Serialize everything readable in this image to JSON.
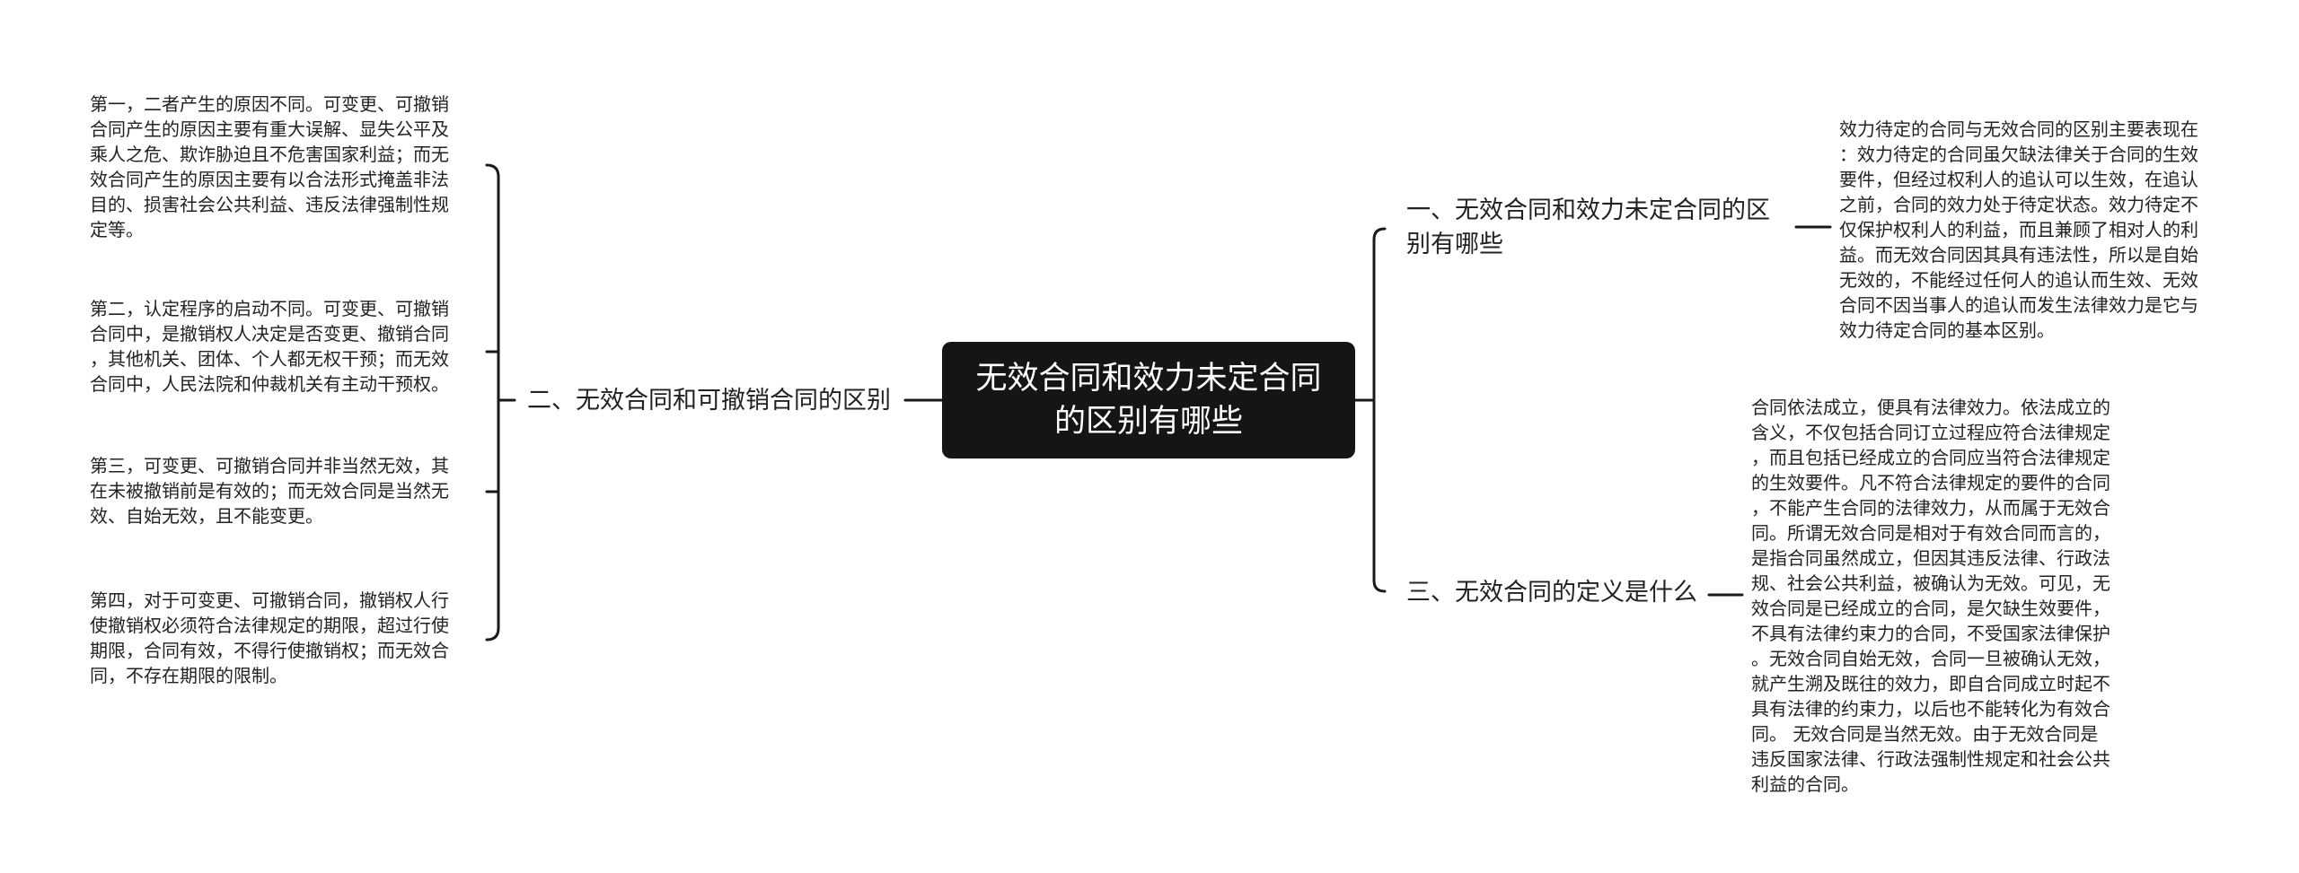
{
  "root": {
    "title": "无效合同和效力未定合同\n的区别有哪些"
  },
  "branches": [
    {
      "label": "一、无效合同和效力未定合同的区\n别有哪些",
      "leaves": [
        "效力待定的合同与无效合同的区别主要表现在\n：效力待定的合同虽欠缺法律关于合同的生效\n要件，但经过权利人的追认可以生效，在追认\n之前，合同的效力处于待定状态。效力待定不\n仅保护权利人的利益，而且兼顾了相对人的利\n益。而无效合同因其具有违法性，所以是自始\n无效的，不能经过任何人的追认而生效、无效\n合同不因当事人的追认而发生法律效力是它与\n效力待定合同的基本区别。"
      ]
    },
    {
      "label": "二、无效合同和可撤销合同的区别",
      "leaves": [
        "第一，二者产生的原因不同。可变更、可撤销\n合同产生的原因主要有重大误解、显失公平及\n乘人之危、欺诈胁迫且不危害国家利益；而无\n效合同产生的原因主要有以合法形式掩盖非法\n目的、损害社会公共利益、违反法律强制性规\n定等。",
        "第二，认定程序的启动不同。可变更、可撤销\n合同中，是撤销权人决定是否变更、撤销合同\n，其他机关、团体、个人都无权干预；而无效\n合同中，人民法院和仲裁机关有主动干预权。",
        "第三，可变更、可撤销合同并非当然无效，其\n在未被撤销前是有效的；而无效合同是当然无\n效、自始无效，且不能变更。",
        "第四，对于可变更、可撤销合同，撤销权人行\n使撤销权必须符合法律规定的期限，超过行使\n期限，合同有效，不得行使撤销权；而无效合\n同，不存在期限的限制。"
      ]
    },
    {
      "label": "三、无效合同的定义是什么",
      "leaves": [
        "合同依法成立，便具有法律效力。依法成立的\n含义，不仅包括合同订立过程应符合法律规定\n，而且包括已经成立的合同应当符合法律规定\n的生效要件。凡不符合法律规定的要件的合同\n，不能产生合同的法律效力，从而属于无效合\n同。所谓无效合同是相对于有效合同而言的，\n是指合同虽然成立，但因其违反法律、行政法\n规、社会公共利益，被确认为无效。可见，无\n效合同是已经成立的合同，是欠缺生效要件，\n不具有法律约束力的合同，不受国家法律保护\n。无效合同自始无效，合同一旦被确认无效，\n就产生溯及既往的效力，即自合同成立时起不\n具有法律的约束力，以后也不能转化为有效合\n同。 无效合同是当然无效。由于无效合同是\n违反国家法律、行政法强制性规定和社会公共\n利益的合同。"
      ]
    }
  ],
  "colors": {
    "root_bg": "#151515",
    "line": "#1a1a1a",
    "text": "#222222"
  }
}
